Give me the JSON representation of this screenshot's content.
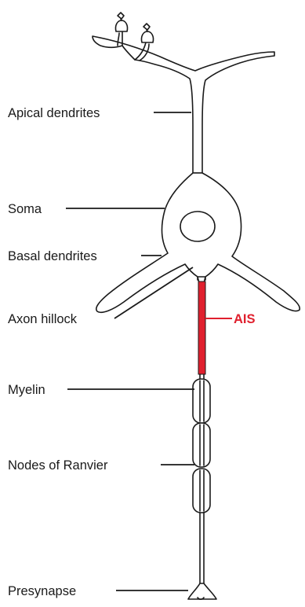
{
  "labels": {
    "apical_dendrites": "Apical dendrites",
    "soma": "Soma",
    "basal_dendrites": "Basal dendrites",
    "axon_hillock": "Axon hillock",
    "ais": "AIS",
    "myelin": "Myelin",
    "nodes_of_ranvier": "Nodes of Ranvier",
    "presynapse": "Presynapse"
  },
  "colors": {
    "outline": "#1a1a1a",
    "ais_highlight": "#e0202e",
    "background": "#ffffff"
  }
}
